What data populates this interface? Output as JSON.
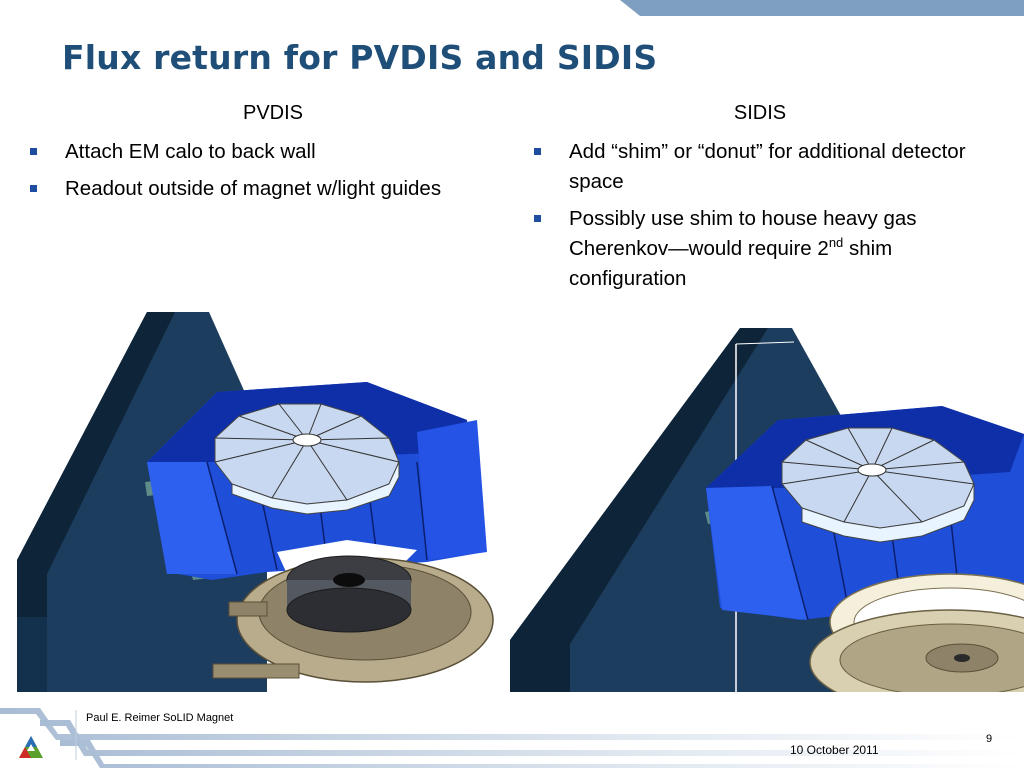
{
  "slide": {
    "title": "Flux return for PVDIS and SIDIS",
    "page_number": "9",
    "colors": {
      "title": "#1f4e79",
      "bullet": "#1f4ea0",
      "accent_band": "#7f9fc0",
      "coil_blue": "#1f4ed8"
    }
  },
  "pvdis": {
    "heading": "PVDIS",
    "bullets": [
      {
        "text": "Attach EM calo to back wall"
      },
      {
        "text": "Readout outside of magnet w/light guides"
      }
    ]
  },
  "sidis": {
    "heading": "SIDIS",
    "bullets": [
      {
        "text": "Add “shim” or “donut” for additional detector space"
      },
      {
        "text_before": "Possibly use shim to house heavy gas Cherenkov—would require 2",
        "sup": "nd",
        "text_after": " shim configuration"
      }
    ]
  },
  "footer": {
    "author": "Paul E. Reimer  SoLID Magnet",
    "date": "10 October 2011",
    "logo_icon": "argonne-logo-icon"
  }
}
